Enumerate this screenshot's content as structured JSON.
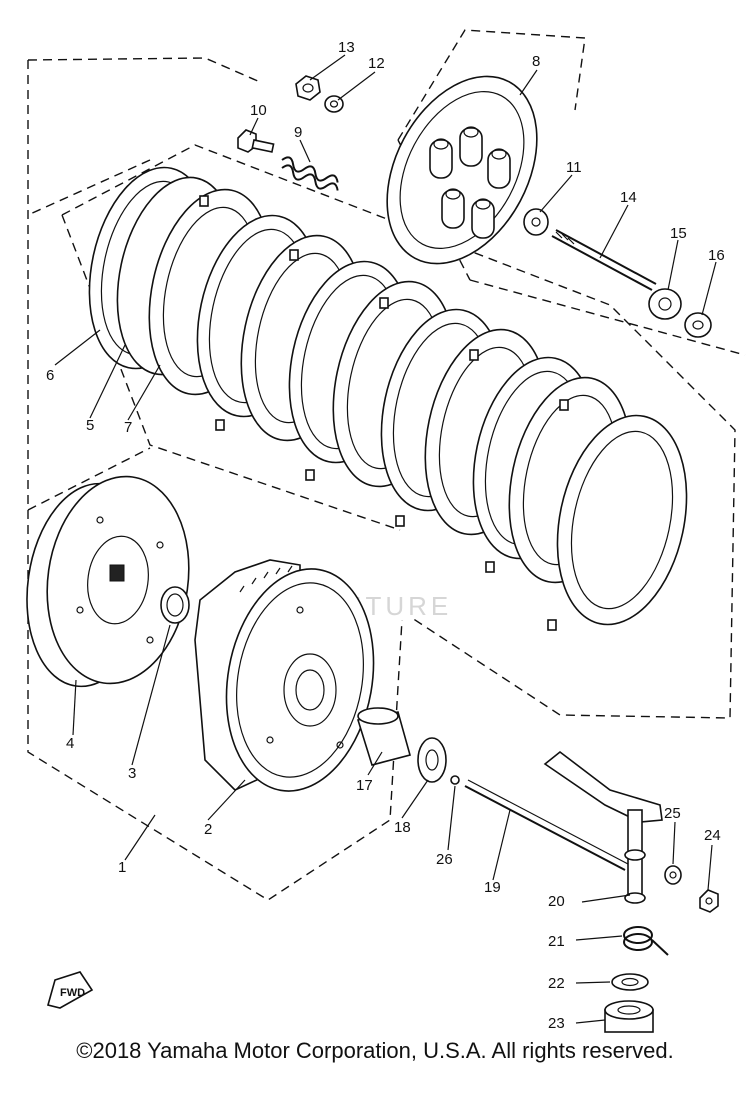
{
  "callouts": {
    "p1": "1",
    "p2": "2",
    "p3": "3",
    "p4": "4",
    "p5": "5",
    "p6": "6",
    "p7": "7",
    "p8": "8",
    "p9": "9",
    "p10": "10",
    "p11": "11",
    "p12": "12",
    "p13": "13",
    "p14": "14",
    "p15": "15",
    "p16": "16",
    "p17": "17",
    "p18": "18",
    "p19": "19",
    "p20": "20",
    "p21": "21",
    "p22": "22",
    "p23": "23",
    "p24": "24",
    "p25": "25",
    "p26": "26"
  },
  "fwd_label": "FWD",
  "watermark": "VENTURE",
  "copyright": "©2018 Yamaha Motor Corporation, U.S.A. All rights reserved."
}
